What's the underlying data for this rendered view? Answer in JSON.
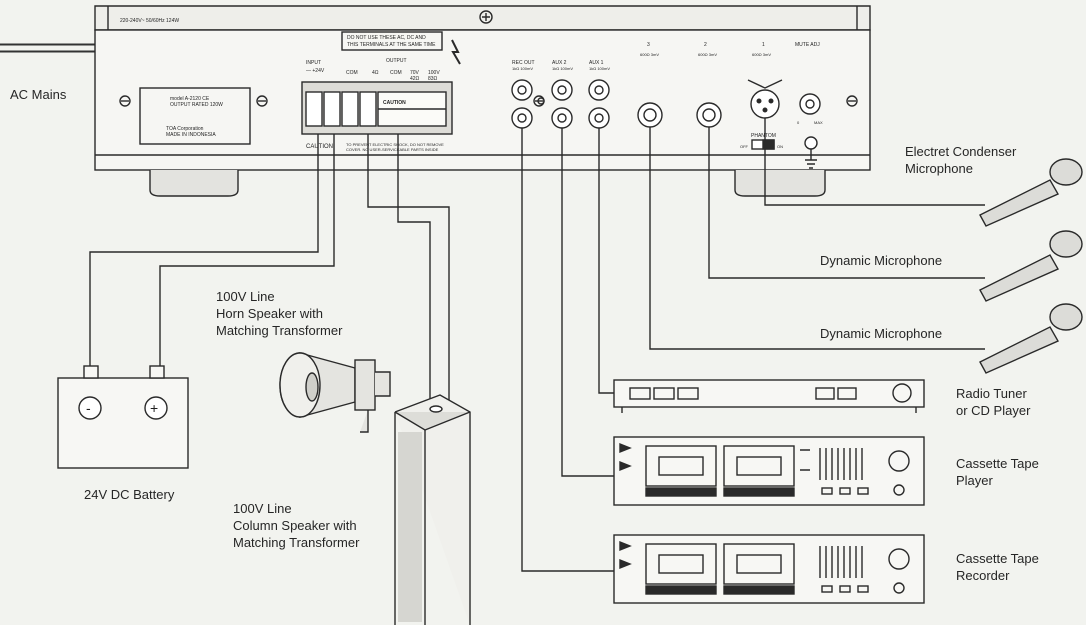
{
  "labels": {
    "ac_mains": "AC Mains",
    "electret_mic": "Electret Condenser\nMicrophone",
    "dynamic_mic_1": "Dynamic Microphone",
    "dynamic_mic_2": "Dynamic Microphone",
    "radio_tuner": "Radio Tuner\nor CD Player",
    "cassette_player": "Cassette Tape\nPlayer",
    "cassette_recorder": "Cassette Tape\nRecorder",
    "horn_speaker": "100V Line\nHorn Speaker with\nMatching Transformer",
    "column_speaker": "100V Line\nColumn Speaker with\nMatching Transformer",
    "battery": "24V DC Battery"
  },
  "amplifier": {
    "power_rating": "220-240V~ 50/60Hz 124W",
    "warning_box": "DO NOT USE THESE AC, DC AND\nTHIS TERMINALS AT THE SAME TIME",
    "input_label": "INPUT",
    "input_voltage": "— +24V",
    "output_label": "OUTPUT",
    "terminal_labels": [
      "COM",
      "4Ω",
      "COM",
      "70V",
      "100V"
    ],
    "terminal_sublabels": [
      "",
      "",
      "",
      "42Ω",
      "83Ω"
    ],
    "caution_label": "CAUTION",
    "caution_sticker": "CAUTION",
    "caution_text": "TO PREVENT ELECTRIC SHOCK, DO NOT REMOVE\nCOVER. NO USER-SERVICEABLE PARTS INSIDE",
    "model_line1": "model  A-2120 CE",
    "model_line2": "OUTPUT RATED  120W",
    "maker": "TOA Corporation",
    "made_in": "MADE IN INDONESIA",
    "rec_out": "REC OUT",
    "aux2": "AUX 2",
    "aux1": "AUX 1",
    "jack_sub": "1kΩ 100mV",
    "in3": "3",
    "in2": "2",
    "in1": "1",
    "mic_sub": "600Ω 3mV",
    "mute_adj": "MUTE ADJ",
    "phantom": "PHANTOM",
    "phantom_off": "OFF",
    "phantom_on": "ON",
    "min": "0",
    "max": "MAX"
  },
  "battery_terms": {
    "neg": "-",
    "pos": "+"
  }
}
